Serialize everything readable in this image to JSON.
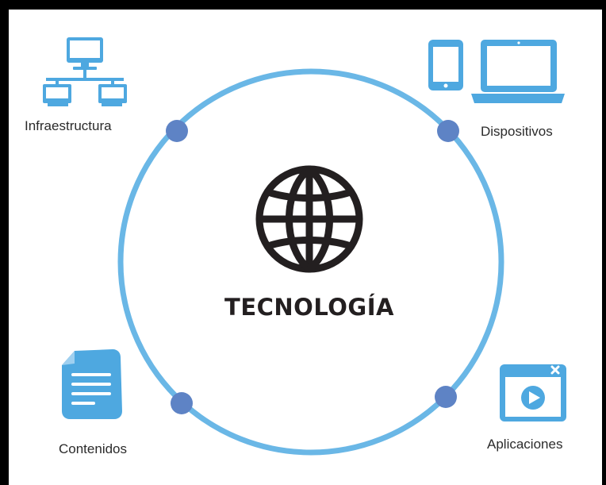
{
  "diagram": {
    "center_title": "TECNOLOGÍA",
    "center_icon": "globe-icon",
    "nodes": [
      {
        "id": "infraestructura",
        "label": "Infraestructura",
        "icon": "network-icon"
      },
      {
        "id": "dispositivos",
        "label": "Dispositivos",
        "icon": "devices-icon"
      },
      {
        "id": "contenidos",
        "label": "Contenidos",
        "icon": "document-icon"
      },
      {
        "id": "aplicaciones",
        "label": "Aplicaciones",
        "icon": "app-window-icon"
      }
    ],
    "colors": {
      "ring": "#6ab7e6",
      "node_dot": "#5e83c5",
      "icon_blue": "#4ea8e0",
      "globe": "#231f20",
      "text": "#2b2b2b"
    }
  }
}
